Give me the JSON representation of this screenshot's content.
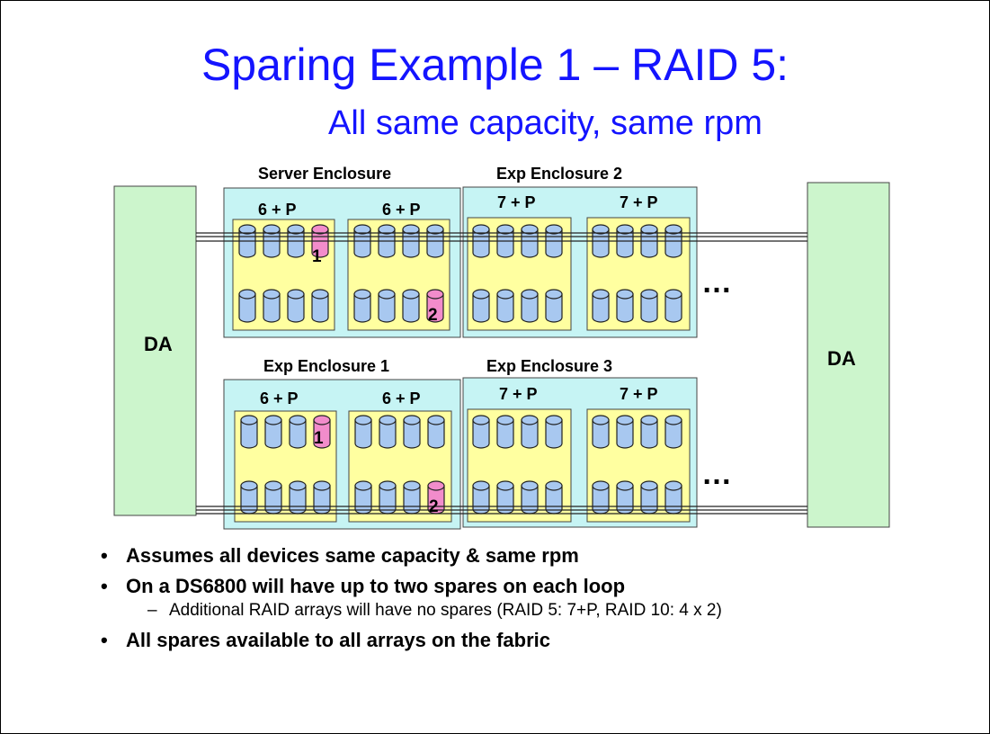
{
  "slide": {
    "title": "Sparing Example 1 – RAID 5:",
    "subtitle": "All same capacity, same rpm"
  },
  "diagram": {
    "da_left": "DA",
    "da_right": "DA",
    "ellipsis_top": "…",
    "ellipsis_bottom": "…",
    "enclosures": [
      {
        "name": "Server Enclosure",
        "groups": [
          {
            "label": "6 + P",
            "spare": "1"
          },
          {
            "label": "6 + P",
            "spare": "2"
          }
        ]
      },
      {
        "name": "Exp Enclosure 2",
        "groups": [
          {
            "label": "7 + P",
            "spare": ""
          },
          {
            "label": "7 + P",
            "spare": ""
          }
        ]
      },
      {
        "name": "Exp Enclosure 1",
        "groups": [
          {
            "label": "6 + P",
            "spare": "1"
          },
          {
            "label": "6 + P",
            "spare": "2"
          }
        ]
      },
      {
        "name": "Exp Enclosure 3",
        "groups": [
          {
            "label": "7 + P",
            "spare": ""
          },
          {
            "label": "7 + P",
            "spare": ""
          }
        ]
      }
    ],
    "colors": {
      "da_fill": "#ccf5cc",
      "enclosure_fill": "#c6f4f4",
      "group_fill": "#ffffa0",
      "disk_fill": "#a8c8f0",
      "spare_fill": "#f28ccb",
      "title": "#1414ff"
    }
  },
  "bullets": [
    {
      "bullet": "•",
      "text": "Assumes all devices same capacity & same rpm"
    },
    {
      "bullet": "•",
      "text": "On a DS6800 will have up to two spares on each loop",
      "sub": [
        {
          "dash": "–",
          "text": "Additional RAID arrays will have no spares (RAID 5: 7+P, RAID 10: 4 x 2)"
        }
      ]
    },
    {
      "bullet": "•",
      "text": "All spares available to all arrays on the fabric"
    }
  ]
}
